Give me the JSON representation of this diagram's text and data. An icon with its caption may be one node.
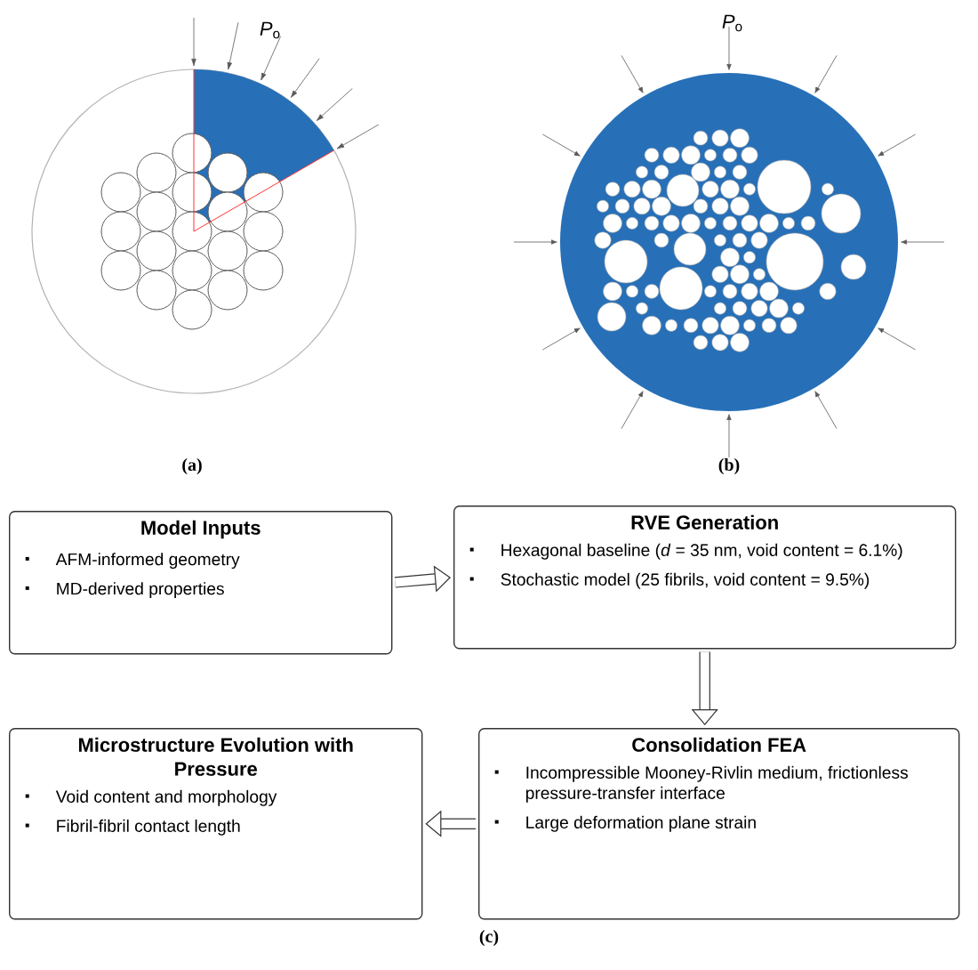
{
  "diagram": {
    "nodes": [
      {
        "text": [
          "Model Inputs",
          "AFM-informed geometry",
          "MD-derived properties"
        ]
      },
      {
        "text": [
          "RVE Generation",
          "Hexagonal baseline (*d* = 35 nm, void content = 6.1%)",
          "Stochastic model (25 fibrils, void content = 9.5%)"
        ]
      },
      {
        "text": [
          "Microstructure Evolution with Pressure",
          "Void content and morphology",
          "Fibril-fibril contact length"
        ]
      },
      {
        "text": [
          "Consolidation FEA",
          "Incompressible Mooney-Rivlin medium, frictionless pressure-transfer interface",
          "Large deformation plane strain"
        ]
      }
    ],
    "edges": [
      {
        "from": 0,
        "to": 1,
        "arrow": "to"
      },
      {
        "from": 1,
        "to": 3,
        "arrow": "to"
      },
      {
        "from": 3,
        "to": 2,
        "arrow": "to"
      }
    ],
    "labels": [
      "*P*$_{o}$",
      "*P*$_{o}$",
      "(a)",
      "(b)",
      "(c)"
    ]
  }
}
